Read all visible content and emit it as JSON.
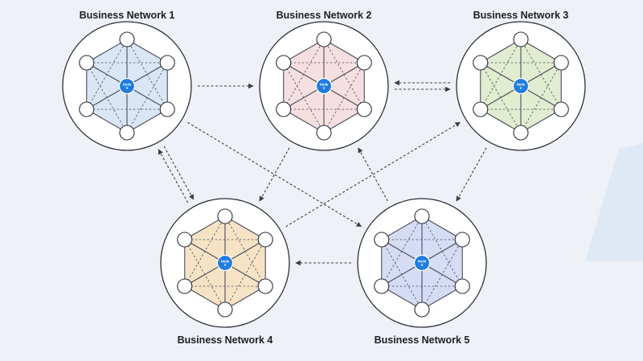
{
  "networks": [
    {
      "title": "Business Network 1",
      "hex_fill": "#d9e6f6",
      "hub_label_1": "Node",
      "hub_label_2": "X"
    },
    {
      "title": "Business Network 2",
      "hex_fill": "#f6dfe0",
      "hub_label_1": "Node",
      "hub_label_2": "X"
    },
    {
      "title": "Business Network 3",
      "hex_fill": "#e1ecd0",
      "hub_label_1": "Node",
      "hub_label_2": "X"
    },
    {
      "title": "Business Network 4",
      "hex_fill": "#f6e3c6",
      "hub_label_1": "Node",
      "hub_label_2": "X"
    },
    {
      "title": "Business Network 5",
      "hex_fill": "#d6dcf3",
      "hub_label_1": "Node",
      "hub_label_2": "X"
    }
  ],
  "colors": {
    "background": "#eef1f6",
    "hub": "#1f7ce0",
    "edge": "#4a4e5a",
    "arrow": "#3a3e4a",
    "decor_triangle": "#dfe9f6"
  },
  "connections": [
    {
      "from": 1,
      "to": 2
    },
    {
      "from": 3,
      "to": 2
    },
    {
      "from": 2,
      "to": 3
    },
    {
      "from": 1,
      "to": 4
    },
    {
      "from": 4,
      "to": 1
    },
    {
      "from": 1,
      "to": 5
    },
    {
      "from": 2,
      "to": 4
    },
    {
      "from": 5,
      "to": 2
    },
    {
      "from": 4,
      "to": 3
    },
    {
      "from": 3,
      "to": 5
    },
    {
      "from": 5,
      "to": 4
    }
  ]
}
